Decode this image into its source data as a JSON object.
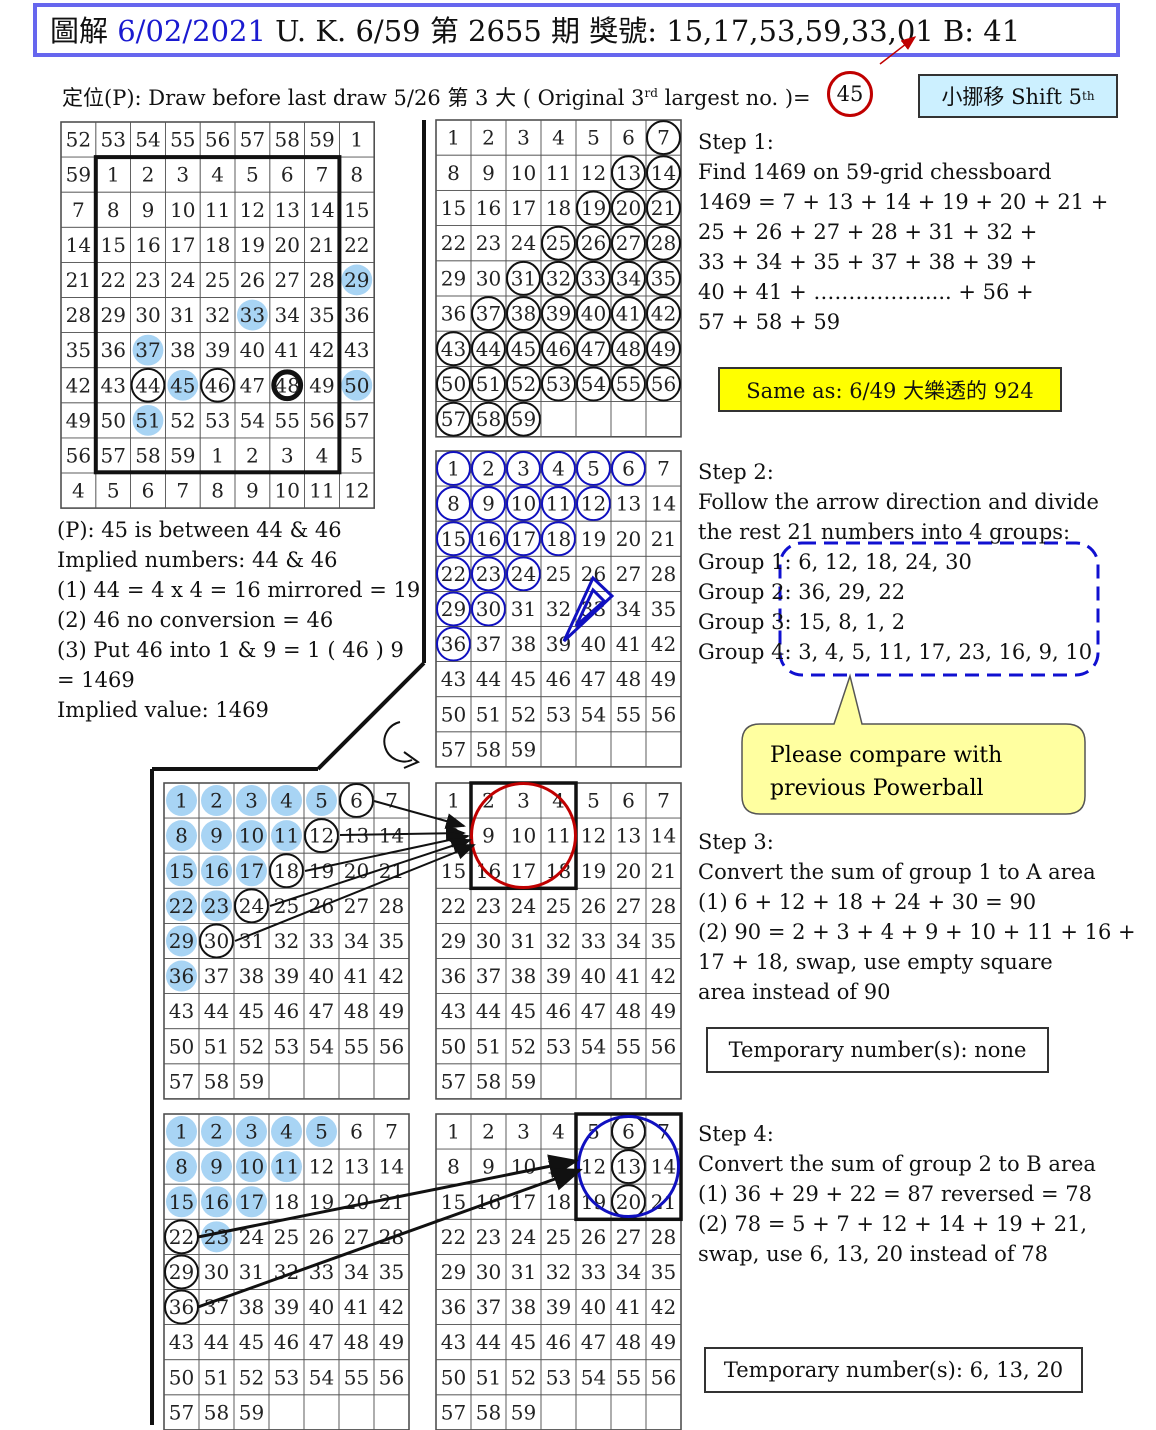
{
  "header": {
    "title_prefix": "圖解",
    "title_date": "6/02/2021",
    "title_rest": "U. K. 6/59 第 2655 期 獎號: 15,17,53,59,33,01  B: 41",
    "subtitle_main": "定位(P): Draw before last draw 5/26 第 3 大 ( Original 3",
    "subtitle_sup": "rd",
    "subtitle_tail": " largest no. )=",
    "p_value": "45",
    "shift_label": "小挪移 Shift 5",
    "shift_sup": "th"
  },
  "left_notes": [
    "(P): 45 is between 44 & 46",
    "Implied numbers: 44 & 46",
    "(1)  44 = 4 x 4 = 16 mirrored = 19",
    "(2)  46 no conversion = 46",
    "(3) Put 46 into 1 & 9 = 1 ( 46 ) 9",
    "      = 1469",
    "Implied value:   1469"
  ],
  "step1": {
    "lines": [
      "Step 1:",
      "Find 1469 on 59-grid chessboard",
      "1469 = 7 + 13 + 14 + 19 + 20 + 21 +",
      "           25 + 26 + 27 + 28 + 31 + 32 +",
      "           33 + 34 + 35 + 37 + 38 + 39 +",
      "           40 + 41 +  …………….....  + 56 +",
      "           57 + 58 + 59"
    ],
    "same_as": "Same as:  6/49 大樂透的 924"
  },
  "step2": {
    "lines": [
      "Step 2:",
      "Follow the arrow direction and divide",
      "the rest 21 numbers into 4 groups:",
      "Group 1:  6, 12, 18, 24, 30",
      "Group 2:  36, 29, 22",
      "Group 3:  15, 8, 1, 2",
      "Group 4:  3, 4, 5, 11, 17, 23, 16, 9, 10"
    ],
    "callout": [
      "Please compare with",
      "previous Powerball"
    ]
  },
  "step3": {
    "lines": [
      "Step 3:",
      "Convert the sum of group 1 to A area",
      "(1) 6 + 12 + 18 + 24 + 30 = 90",
      "(2) 90 = 2 + 3 + 4 + 9 + 10 + 11 + 16 +",
      "      17 + 18, swap, use empty square",
      "      area instead of 90"
    ],
    "temporary": "Temporary number(s):  none"
  },
  "step4": {
    "lines": [
      "Step 4:",
      "Convert the sum of group 2 to B area",
      "(1) 36 + 29 + 22 = 87 reversed = 78",
      "(2) 78 = 5 + 7 + 12 + 14 + 19 + 21,",
      "      swap, use 6, 13, 20 instead of 78"
    ],
    "temporary": "Temporary number(s):  6, 13, 20"
  },
  "colors": {
    "title_border": "#6666ee",
    "title_date": "#1a1ad0",
    "p_circle": "#c00000",
    "shift_bg": "#ccf0ff",
    "same_bg": "#ffff00",
    "callout_bg": "#ffffa0",
    "blue_dot": "#a8d4f4",
    "blue_ring": "#1010c0",
    "red_ring": "#c00000",
    "dashed_blue": "#1010d0"
  },
  "grids": {
    "shifted": {
      "rows": [
        [
          52,
          53,
          54,
          55,
          56,
          57,
          58,
          59,
          1
        ],
        [
          59,
          1,
          2,
          3,
          4,
          5,
          6,
          7,
          8
        ],
        [
          7,
          8,
          9,
          10,
          11,
          12,
          13,
          14,
          15
        ],
        [
          14,
          15,
          16,
          17,
          18,
          19,
          20,
          21,
          22
        ],
        [
          21,
          22,
          23,
          24,
          25,
          26,
          27,
          28,
          29
        ],
        [
          28,
          29,
          30,
          31,
          32,
          33,
          34,
          35,
          36
        ],
        [
          35,
          36,
          37,
          38,
          39,
          40,
          41,
          42,
          43
        ],
        [
          42,
          43,
          44,
          45,
          46,
          47,
          48,
          49,
          50
        ],
        [
          49,
          50,
          51,
          52,
          53,
          54,
          55,
          56,
          57
        ],
        [
          56,
          57,
          58,
          59,
          1,
          2,
          3,
          4,
          5
        ],
        [
          4,
          5,
          6,
          7,
          8,
          9,
          10,
          11,
          12
        ]
      ],
      "blue_dots": [
        "4,8",
        "5,5",
        "6,2",
        "7,3",
        "7,8",
        "8,2"
      ],
      "rings": [
        "7,2",
        "7,4"
      ],
      "bold_rings": [
        "7,6"
      ]
    },
    "step1": {
      "circled": [
        7,
        13,
        14,
        19,
        20,
        21,
        25,
        26,
        27,
        28,
        31,
        32,
        33,
        34,
        35,
        37,
        38,
        39,
        40,
        41,
        42,
        43,
        44,
        45,
        46,
        47,
        48,
        49,
        50,
        51,
        52,
        53,
        54,
        55,
        56,
        57,
        58,
        59
      ]
    },
    "step2": {
      "blue_rings": [
        1,
        2,
        3,
        4,
        5,
        6,
        8,
        9,
        10,
        11,
        12,
        15,
        16,
        17,
        18,
        22,
        23,
        24,
        29,
        30,
        36
      ]
    },
    "step3_left": {
      "blue_dots": [
        1,
        2,
        3,
        4,
        5,
        8,
        9,
        10,
        11,
        15,
        16,
        17,
        22,
        23,
        29,
        36
      ],
      "rings": [
        6,
        12,
        18,
        24,
        30
      ]
    },
    "step4_left": {
      "blue_dots": [
        1,
        2,
        3,
        4,
        5,
        8,
        9,
        10,
        11,
        15,
        16,
        17,
        23
      ],
      "rings": [
        22,
        29,
        36
      ]
    },
    "step4_right": {
      "rings": [
        6,
        13,
        20
      ]
    }
  }
}
